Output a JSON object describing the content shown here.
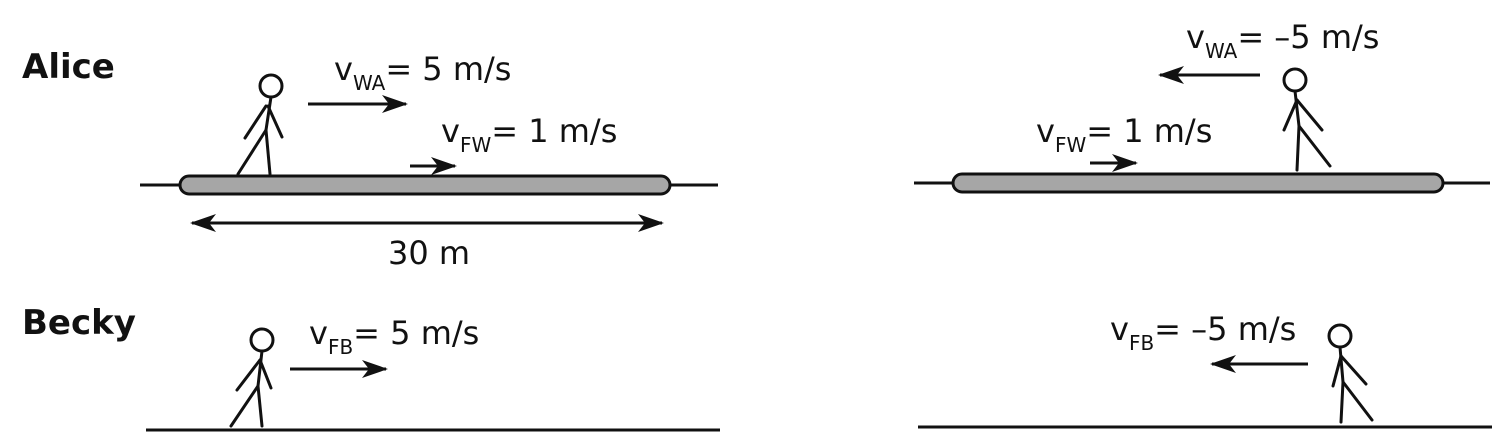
{
  "names": {
    "alice": "Alice",
    "becky": "Becky"
  },
  "alice_left": {
    "v_label": "v",
    "v_sub": "WA",
    "v_value": "= 5 m/s",
    "w_label": "v",
    "w_sub": "FW",
    "w_value": "= 1 m/s",
    "length": "30 m"
  },
  "alice_right": {
    "v_label": "v",
    "v_sub": "WA",
    "v_value": "= –5 m/s",
    "w_label": "v",
    "w_sub": "FW",
    "w_value": "= 1 m/s"
  },
  "becky_left": {
    "v_label": "v",
    "v_sub": "FB",
    "v_value": "= 5 m/s"
  },
  "becky_right": {
    "v_label": "v",
    "v_sub": "FB",
    "v_value": "= –5 m/s"
  },
  "colors": {
    "walkway": "#a6a6a6",
    "ink": "#111111"
  }
}
